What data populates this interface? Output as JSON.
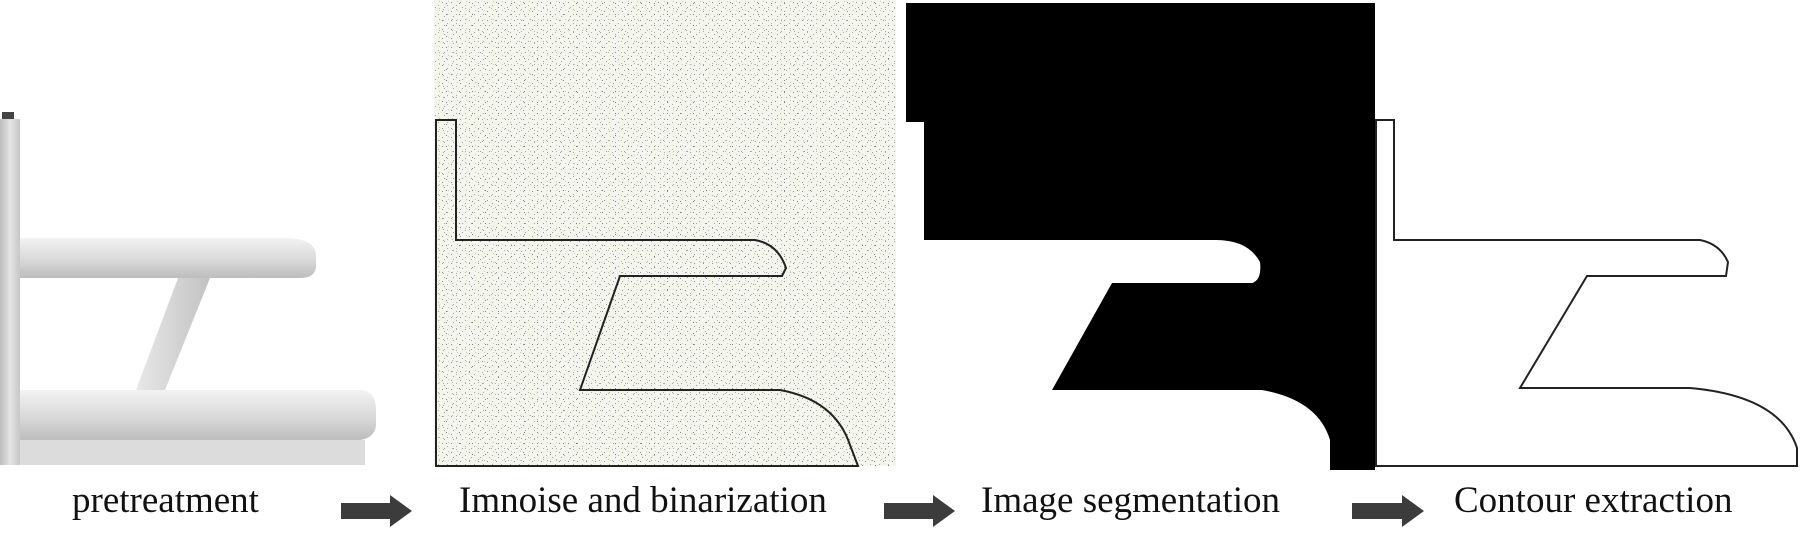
{
  "stages": [
    {
      "label": "pretreatment"
    },
    {
      "label": "Imnoise and binarization"
    },
    {
      "label": "Image segmentation"
    },
    {
      "label": "Contour extraction"
    }
  ],
  "arrow_icon": "right-arrow-icon",
  "colors": {
    "arrow": "#3c3c3c",
    "outline": "#222222",
    "segment_fill": "#000000",
    "noise_bg": "#f4f5ec",
    "render_gray": "#d6d6d6"
  }
}
